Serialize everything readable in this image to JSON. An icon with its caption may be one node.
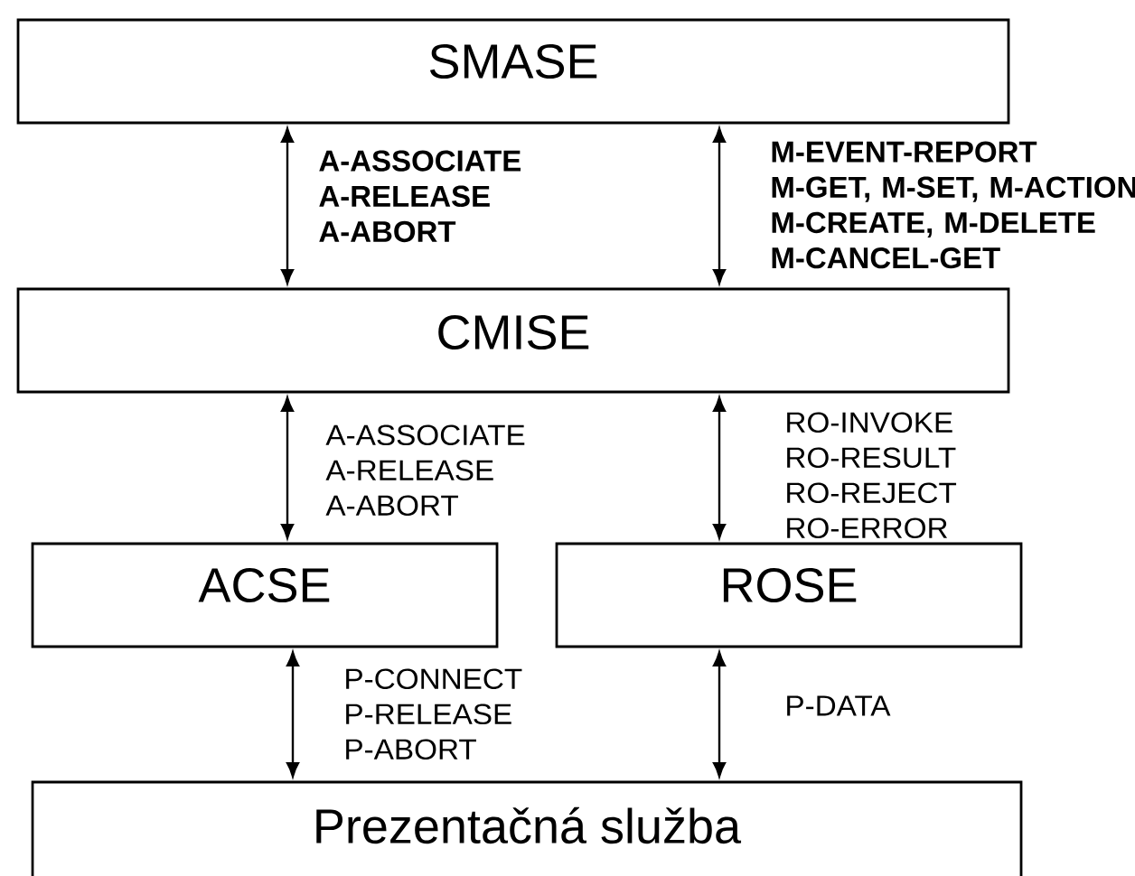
{
  "diagram": {
    "nodes": [
      {
        "text": [
          "SMASE"
        ]
      },
      {
        "text": [
          "CMISE"
        ]
      },
      {
        "text": [
          "ACSE"
        ]
      },
      {
        "text": [
          "ROSE"
        ]
      },
      {
        "text": [
          "Prezentačná služba"
        ]
      }
    ],
    "edges": [
      {
        "from": 0,
        "to": 1,
        "arrow": "both",
        "label": "A-ASSOCIATE A-RELEASE A-ABORT"
      },
      {
        "from": 0,
        "to": 1,
        "arrow": "both",
        "label": "M-EVENT-REPORT M-GET, M-SET, M-ACTION M-CREATE, M-DELETE M-CANCEL-GET"
      },
      {
        "from": 1,
        "to": 2,
        "arrow": "both",
        "label": "A-ASSOCIATE A-RELEASE A-ABORT"
      },
      {
        "from": 1,
        "to": 3,
        "arrow": "both",
        "label": "RO-INVOKE RO-RESULT RO-REJECT RO-ERROR"
      },
      {
        "from": 2,
        "to": 4,
        "arrow": "both",
        "label": "P-CONNECT P-RELEASE P-ABORT"
      },
      {
        "from": 3,
        "to": 4,
        "arrow": "both",
        "label": "P-DATA"
      }
    ]
  }
}
